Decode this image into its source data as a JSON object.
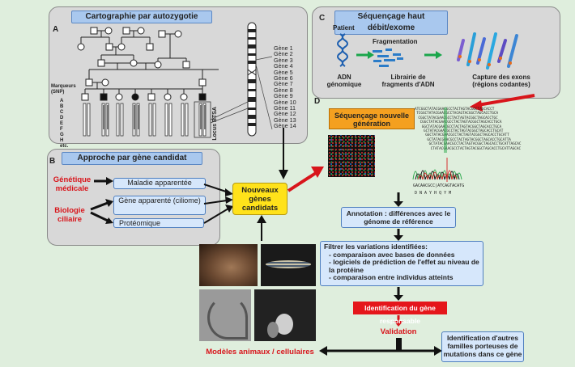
{
  "panelA": {
    "letter": "A",
    "title": "Cartographie par autozygotie",
    "markers_label": "Marqueurs (SNP)",
    "marker_letters": [
      "A",
      "B",
      "C",
      "D",
      "E",
      "F",
      "G",
      "H",
      "etc."
    ],
    "locus_label": "Locus BTSA",
    "genes": [
      "Gène 1",
      "Gène 2",
      "Gène 3",
      "Gène 4",
      "Gène 5",
      "Gène 6",
      "Gène 7",
      "Gène 8",
      "Gène 9",
      "Gène 10",
      "Gène 11",
      "Gène 12",
      "Gène 13",
      "Gène 14"
    ]
  },
  "panelB": {
    "letter": "B",
    "title": "Approche par gène candidat",
    "genetique": "Génétique médicale",
    "biologie": "Biologie ciliaire",
    "maladie": "Maladie apparentée",
    "gene_apparente": "Gène apparenté (ciliome)",
    "proteomique": "Protéomique"
  },
  "panelC": {
    "letter": "C",
    "title": "Séquençage haut débit/exome",
    "patient": "Patient",
    "fragmentation": "Fragmentation",
    "adn": "ADN génomique",
    "librairie": "Librairie de fragments d'ADN",
    "capture": "Capture des exons (régions codantes)"
  },
  "panelD": {
    "letter": "D",
    "seq_title": "Séquençage nouvelle génération",
    "reads": [
      "ATCGGCTATACGAACGCCTACTAGTACGGCTAGCACCT",
      "TCGGCTATACGAACGCCTACAGTACGGCTAGCACCTGCA",
      "CGGCTATACGAACGCCTACTAGTACGGCTAGCACCTGC",
      "CGGCTATACGAACGCCTACTAGTACGGCTAGCACCTGCA",
      "GGCTATACGAACGCCTACTAGTACGGCTAGCACCTGCA",
      "GCTATACGAACGCCTACTAGTACGGCTAGCACCTGCAT",
      "GGCTATACGAACGCCTACTAGTACGGCTAGCACCTGCATT",
      "GCTATACGAACGCCTACTAGTACGGCTAGCACCTGCATTA",
      "GCTATACGAACGCCTACTAGTACGGCTAGCACCTGCATTAGCAC",
      "CTATACGAACGCCTACTAGTACGGCTAGCACCTGCATTAGCAC"
    ],
    "chromatogram_seq": "GACAACGCC|ATCAGTACATG",
    "chromatogram_aa": "D N A Y H Q Y M"
  },
  "center": {
    "nouveaux": "Nouveaux gènes candidats"
  },
  "bottom_left": {
    "modeles": "Modèles animaux / cellulaires"
  },
  "flow": {
    "annotation": "Annotation : différences avec le génome de référence",
    "filtrer_title": "Filtrer les variations identifiées:",
    "filtrer_items": [
      "- comparaison avec bases de données",
      "- logiciels de prédiction de l'effet au niveau de la protéine",
      "- comparaison entre individus atteints"
    ],
    "identification": "Identification du gène responsable",
    "validation": "Validation",
    "autres": "Identification d'autres familles porteuses de mutations dans ce gène"
  },
  "colors": {
    "bg": "#dfeedd",
    "panel": "#d8d8d8",
    "title": "#a9c8ee",
    "red": "#d8151b",
    "yellow": "#ffe21a",
    "orange": "#f4a020"
  }
}
